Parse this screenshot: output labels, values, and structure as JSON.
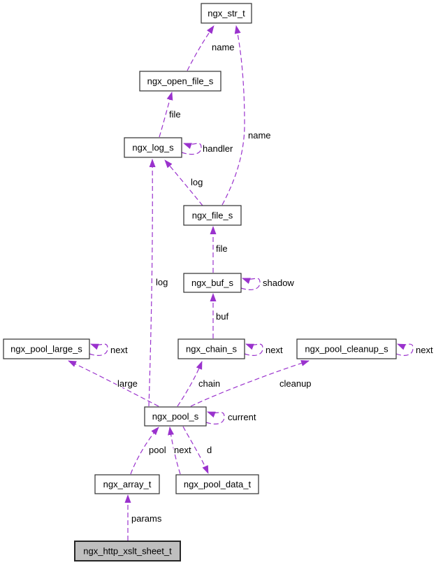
{
  "colors": {
    "edge": "#9a32cd",
    "node_border": "#303030",
    "main_node_fill": "#bfbfbf"
  },
  "nodes": [
    {
      "id": "ngx_str_t",
      "label": "ngx_str_t"
    },
    {
      "id": "ngx_open_file_s",
      "label": "ngx_open_file_s"
    },
    {
      "id": "ngx_log_s",
      "label": "ngx_log_s"
    },
    {
      "id": "ngx_file_s",
      "label": "ngx_file_s"
    },
    {
      "id": "ngx_buf_s",
      "label": "ngx_buf_s"
    },
    {
      "id": "ngx_pool_large_s",
      "label": "ngx_pool_large_s"
    },
    {
      "id": "ngx_chain_s",
      "label": "ngx_chain_s"
    },
    {
      "id": "ngx_pool_cleanup_s",
      "label": "ngx_pool_cleanup_s"
    },
    {
      "id": "ngx_pool_s",
      "label": "ngx_pool_s"
    },
    {
      "id": "ngx_array_t",
      "label": "ngx_array_t"
    },
    {
      "id": "ngx_pool_data_t",
      "label": "ngx_pool_data_t"
    },
    {
      "id": "ngx_http_xslt_sheet_t",
      "label": "ngx_http_xslt_sheet_t"
    }
  ],
  "edges": [
    {
      "from": "ngx_open_file_s",
      "to": "ngx_str_t",
      "label": "name"
    },
    {
      "from": "ngx_file_s",
      "to": "ngx_str_t",
      "label": "name"
    },
    {
      "from": "ngx_log_s",
      "to": "ngx_open_file_s",
      "label": "file"
    },
    {
      "from": "ngx_log_s",
      "to": "ngx_log_s",
      "label": "handler"
    },
    {
      "from": "ngx_file_s",
      "to": "ngx_log_s",
      "label": "log"
    },
    {
      "from": "ngx_pool_s",
      "to": "ngx_log_s",
      "label": "log"
    },
    {
      "from": "ngx_buf_s",
      "to": "ngx_file_s",
      "label": "file"
    },
    {
      "from": "ngx_buf_s",
      "to": "ngx_buf_s",
      "label": "shadow"
    },
    {
      "from": "ngx_chain_s",
      "to": "ngx_buf_s",
      "label": "buf"
    },
    {
      "from": "ngx_pool_large_s",
      "to": "ngx_pool_large_s",
      "label": "next"
    },
    {
      "from": "ngx_chain_s",
      "to": "ngx_chain_s",
      "label": "next"
    },
    {
      "from": "ngx_pool_cleanup_s",
      "to": "ngx_pool_cleanup_s",
      "label": "next"
    },
    {
      "from": "ngx_pool_s",
      "to": "ngx_pool_large_s",
      "label": "large"
    },
    {
      "from": "ngx_pool_s",
      "to": "ngx_chain_s",
      "label": "chain"
    },
    {
      "from": "ngx_pool_s",
      "to": "ngx_pool_cleanup_s",
      "label": "cleanup"
    },
    {
      "from": "ngx_pool_s",
      "to": "ngx_pool_s",
      "label": "current"
    },
    {
      "from": "ngx_array_t",
      "to": "ngx_pool_s",
      "label": "pool"
    },
    {
      "from": "ngx_pool_data_t",
      "to": "ngx_pool_s",
      "label": "next"
    },
    {
      "from": "ngx_pool_s",
      "to": "ngx_pool_data_t",
      "label": "d"
    },
    {
      "from": "ngx_http_xslt_sheet_t",
      "to": "ngx_array_t",
      "label": "params"
    }
  ]
}
